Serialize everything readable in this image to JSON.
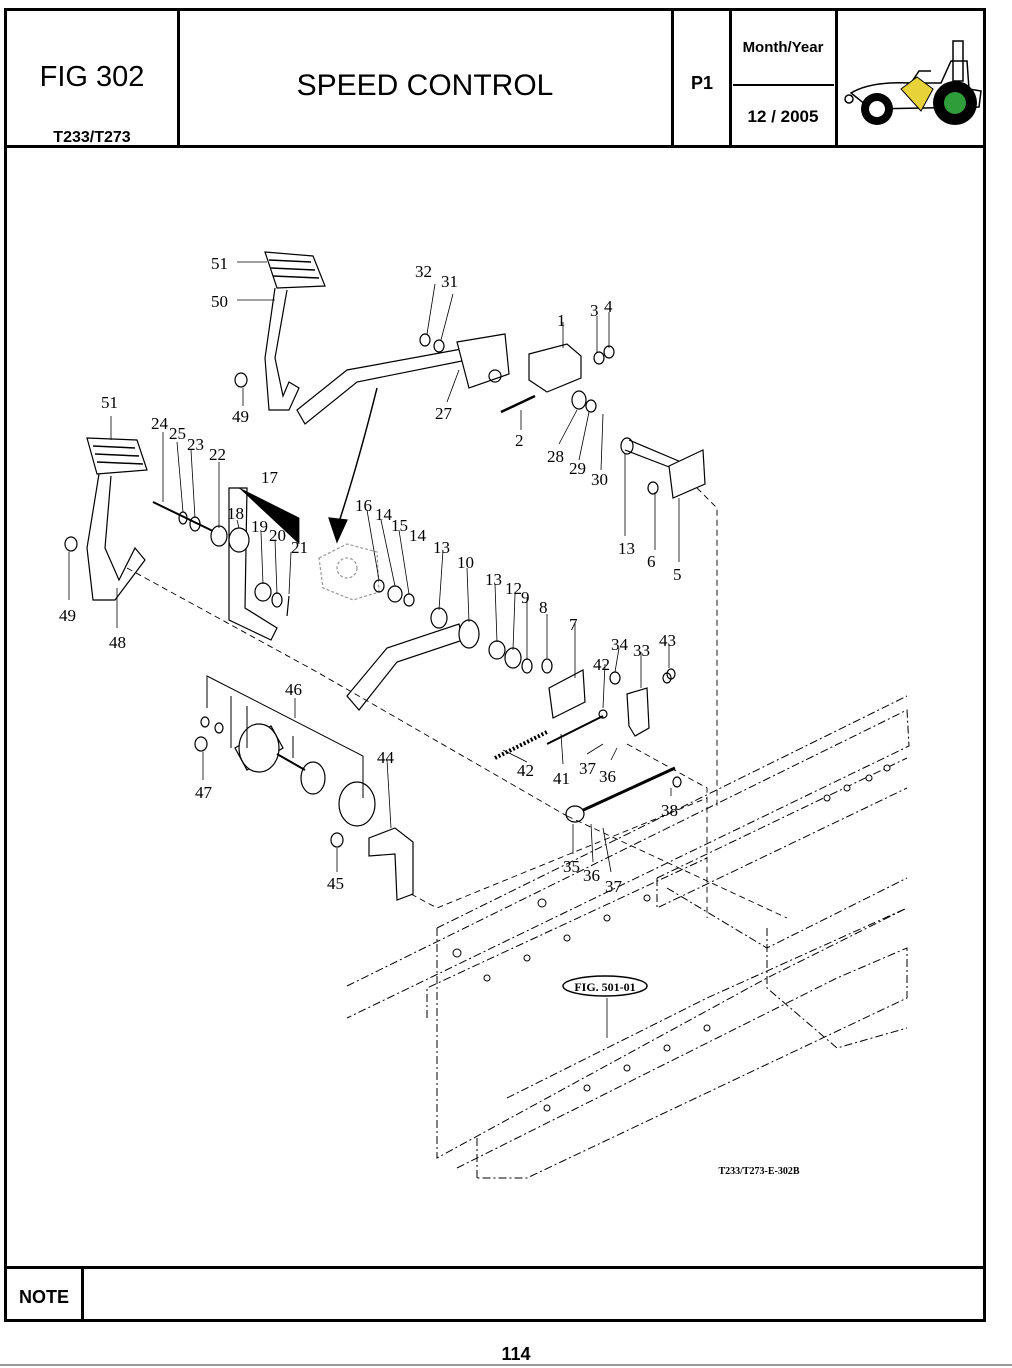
{
  "header": {
    "fig_title": "FIG 302",
    "model": "T233/T273",
    "title": "SPEED CONTROL",
    "page_code": "P1",
    "month_year_label": "Month/Year",
    "month_year_value": "12 / 2005",
    "logo": "tractor-icon"
  },
  "diagram": {
    "callouts": [
      "1",
      "2",
      "3",
      "4",
      "5",
      "6",
      "7",
      "8",
      "9",
      "10",
      "12",
      "13",
      "13",
      "14",
      "14",
      "15",
      "16",
      "17",
      "18",
      "19",
      "20",
      "21",
      "22",
      "23",
      "24",
      "25",
      "27",
      "28",
      "29",
      "30",
      "31",
      "32",
      "33",
      "34",
      "35",
      "36",
      "36",
      "37",
      "37",
      "38",
      "41",
      "42",
      "42",
      "43",
      "44",
      "45",
      "46",
      "47",
      "48",
      "49",
      "49",
      "50",
      "51",
      "51"
    ],
    "reference_label": "FIG. 501-01",
    "drawing_code": "T233/T273-E-302B"
  },
  "footer": {
    "note_label": "NOTE",
    "note_text": "",
    "page_number": "114"
  },
  "colors": {
    "line": "#000000",
    "tractor_green": "#2f9e3a",
    "tractor_yellow": "#e8d23a"
  }
}
